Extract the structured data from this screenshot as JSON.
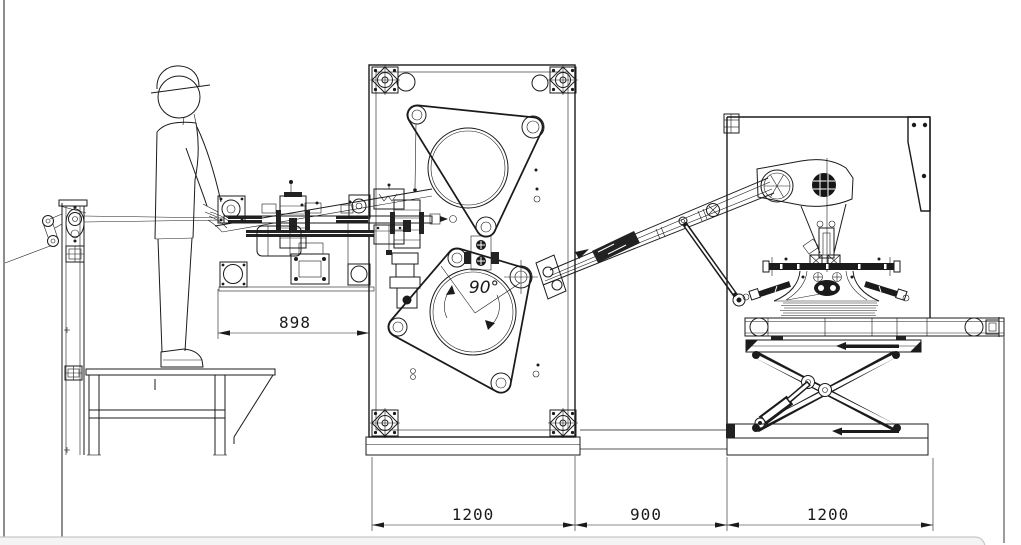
{
  "colors": {
    "background": "#ffffff",
    "line": "#1b1b1b",
    "gray_line": "#8d8d8d",
    "bar_fill": "#f4f4f4",
    "bar_border": "#c6c6c6"
  },
  "annotations": {
    "rotation_angle": "90°"
  },
  "dimensions": {
    "operator_to_machine": "898",
    "forming_machine_width": "1200",
    "machine_gap": "900",
    "stacker_width": "1200"
  }
}
